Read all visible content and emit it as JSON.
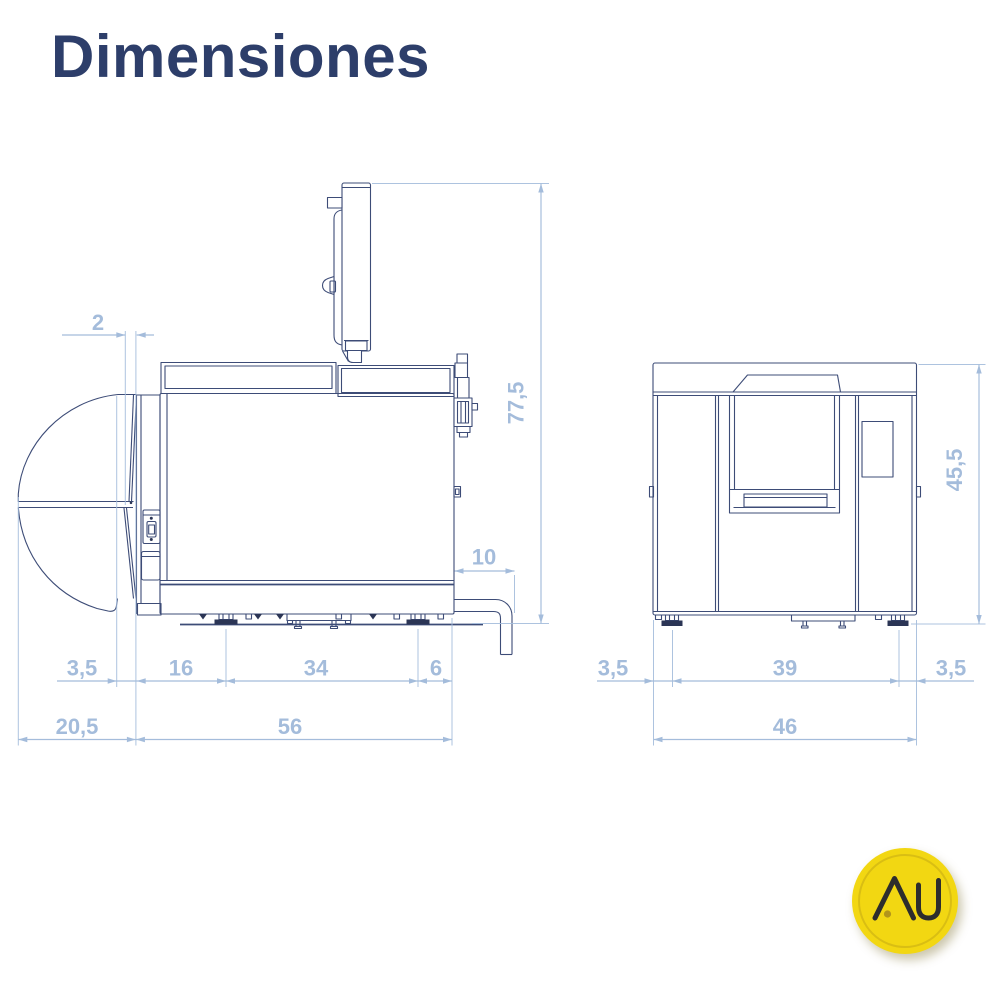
{
  "title": "Dimensiones",
  "colors": {
    "title": "#2d3e6a",
    "drawing_line": "#3d4c77",
    "drawing_dark_fill": "#2b3555",
    "dimension": "#a4bcdb",
    "logo_background": "#f2d712",
    "logo_ring": "#cfb414",
    "logo_mark": "#2d2d2d",
    "logo_dot": "#b2951b"
  },
  "side_view": {
    "dims": {
      "door_gap": "2",
      "total_height": "77,5",
      "drain_offset": "10",
      "bottom_row_1": [
        "3,5",
        "16",
        "34",
        "6"
      ],
      "bottom_row_2": [
        "20,5",
        "56"
      ]
    }
  },
  "front_view": {
    "dims": {
      "body_height": "45,5",
      "bottom_row_1": [
        "3,5",
        "39",
        "3,5"
      ],
      "bottom_row_2": [
        "46"
      ]
    }
  },
  "logo": {
    "monogram": "AU"
  }
}
